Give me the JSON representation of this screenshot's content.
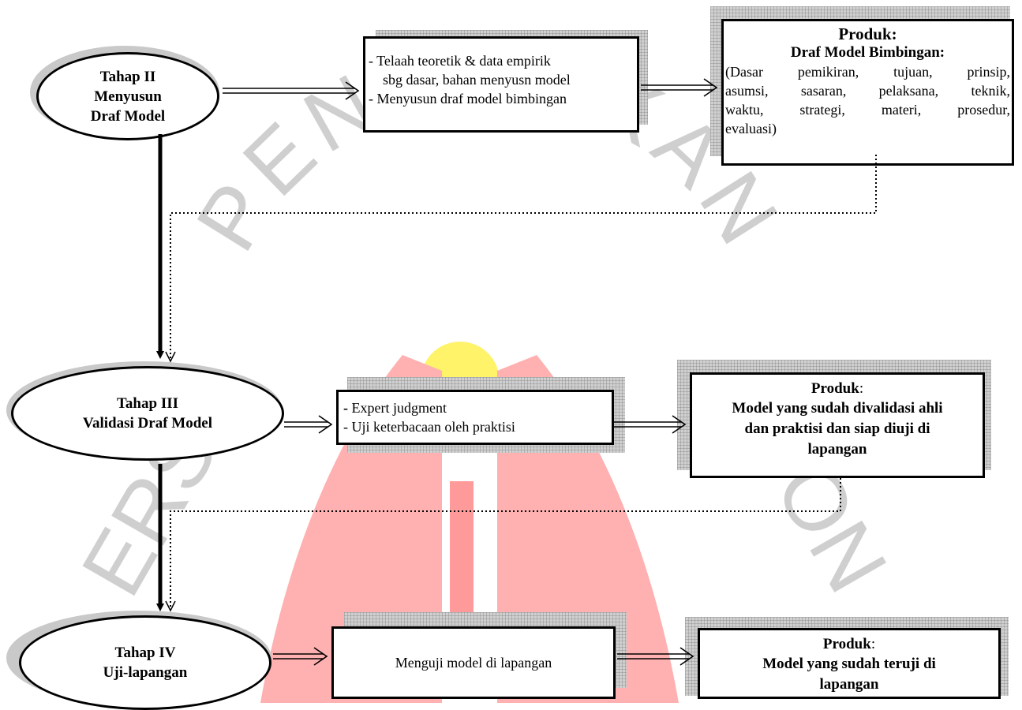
{
  "watermark": {
    "text_top": "PENDIDIKAN",
    "text_left": "ERS",
    "text_right": "ON",
    "colors": {
      "text": "#c8c8c8",
      "red": "#ff9a9a",
      "yellow": "#fff36a"
    }
  },
  "stage2": {
    "ellipse": [
      "Tahap II",
      "Menyusun",
      "Draf Model"
    ],
    "activities": [
      "- Telaah teoretik & data empirik",
      "sbg dasar, bahan menyusn model",
      "- Menyusun draf model bimbingan"
    ],
    "product_title": "Produk:",
    "product_subtitle": "Draf Model Bimbingan:",
    "product_lines": [
      "(Dasar pemikiran, tujuan, prinsip,",
      "asumsi, sasaran, pelaksana, teknik,",
      "waktu, strategi, materi, prosedur,",
      "evaluasi)"
    ]
  },
  "stage3": {
    "ellipse": [
      "Tahap III",
      "Validasi Draf Model"
    ],
    "activity_bullet": "-",
    "activity_1": "Expert judgment",
    "activity_2": "- Uji keterbacaan  oleh praktisi",
    "product_title": "Produk",
    "product_colon": ":",
    "product_lines": [
      "Model yang sudah divalidasi ahli",
      "dan praktisi dan siap diuji di",
      "lapangan"
    ]
  },
  "stage4": {
    "ellipse": [
      "Tahap IV",
      "Uji-lapangan"
    ],
    "activity": "Menguji model di lapangan",
    "product_title": "Produk",
    "product_colon": ":",
    "product_lines": [
      "Model yang sudah teruji di",
      "lapangan"
    ]
  }
}
